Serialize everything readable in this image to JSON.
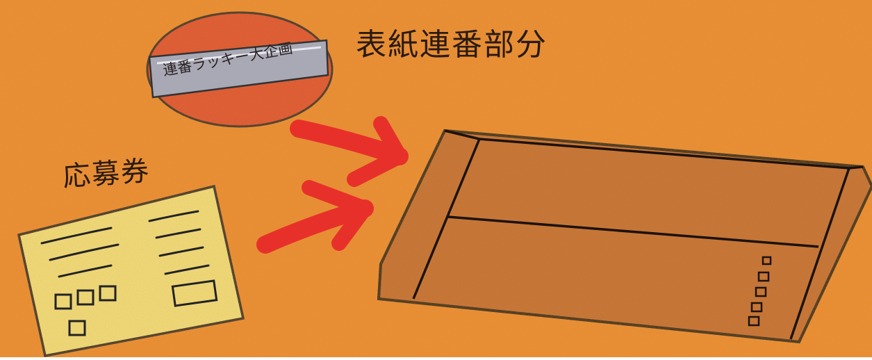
{
  "labels": {
    "cover_serial": "表紙連番部分",
    "entry_ticket": "応募券",
    "seal_text": "連番ラッキー大企画"
  },
  "colors": {
    "background": "#ef8e2c",
    "seal_red": "#e3502c",
    "seal_band": "#a9a9b6",
    "ticket_yellow": "#f5e07a",
    "envelope_brown": "#c7702f",
    "arrow_red": "#e8302a"
  },
  "icons": {
    "seal": "oval-seal-icon",
    "ticket": "entry-ticket-icon",
    "envelope": "envelope-icon",
    "arrow": "arrow-right-icon"
  }
}
